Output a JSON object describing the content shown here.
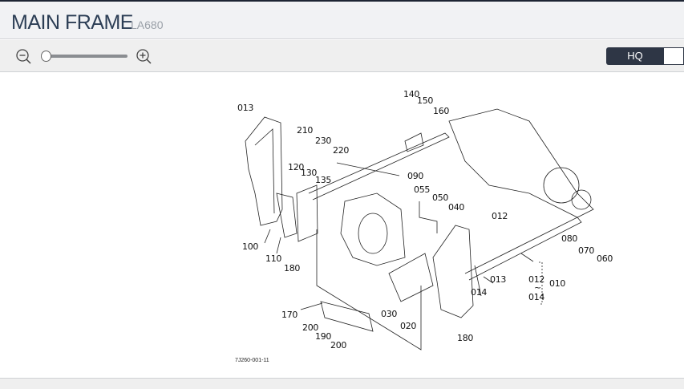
{
  "header": {
    "title": "MAIN FRAME",
    "model": "LA680"
  },
  "toolbar": {
    "zoom_out_icon": "zoom-out-icon",
    "zoom_in_icon": "zoom-in-icon",
    "zoom_level": 0,
    "quality_label": "HQ"
  },
  "diagram": {
    "code": "7J260-001-11",
    "callouts": [
      "013",
      "210",
      "230",
      "220",
      "120",
      "130",
      "135",
      "090",
      "140",
      "150",
      "160",
      "055",
      "050",
      "040",
      "012",
      "100",
      "110",
      "180",
      "080",
      "070",
      "060",
      "013",
      "014",
      "012",
      "~",
      "014",
      "010",
      "170",
      "030",
      "020",
      "180",
      "200",
      "190",
      "200"
    ]
  }
}
